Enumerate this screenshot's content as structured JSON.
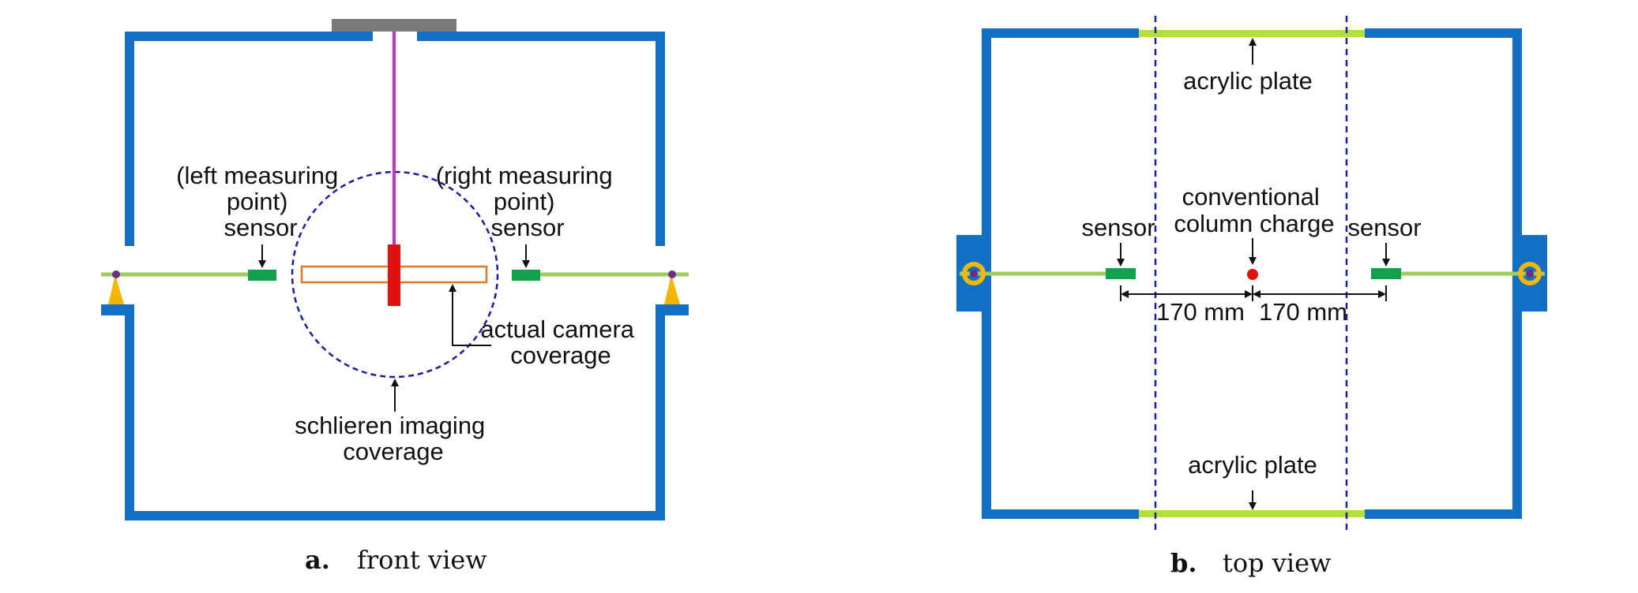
{
  "colors": {
    "wall": "#1170c4",
    "rail": "#9ccf5c",
    "plate": "#b5e03c",
    "sensor": "#13a04e",
    "charge": "#e11010",
    "rope": "#c431c8",
    "mount": "#7a7a7a",
    "support": "#f2b705",
    "pivot": "#6b2d8a",
    "camera_box": "#e07a2a",
    "dashed": "#1a1aa6"
  },
  "front_view": {
    "caption_letter": "a.",
    "caption_text": "front view",
    "labels": {
      "left_sensor": [
        "(left measuring",
        "point)",
        "sensor"
      ],
      "right_sensor": [
        "(right measuring",
        "point)",
        "sensor"
      ],
      "camera": [
        "actual camera",
        "coverage"
      ],
      "schlieren": [
        "schlieren imaging",
        "coverage"
      ]
    }
  },
  "top_view": {
    "caption_letter": "b.",
    "caption_text": "top view",
    "labels": {
      "plate_top": "acrylic plate",
      "plate_bottom": "acrylic plate",
      "charge": [
        "conventional",
        "column charge"
      ],
      "sensor_left": "sensor",
      "sensor_right": "sensor",
      "dim_left": "170 mm",
      "dim_right": "170 mm"
    }
  }
}
